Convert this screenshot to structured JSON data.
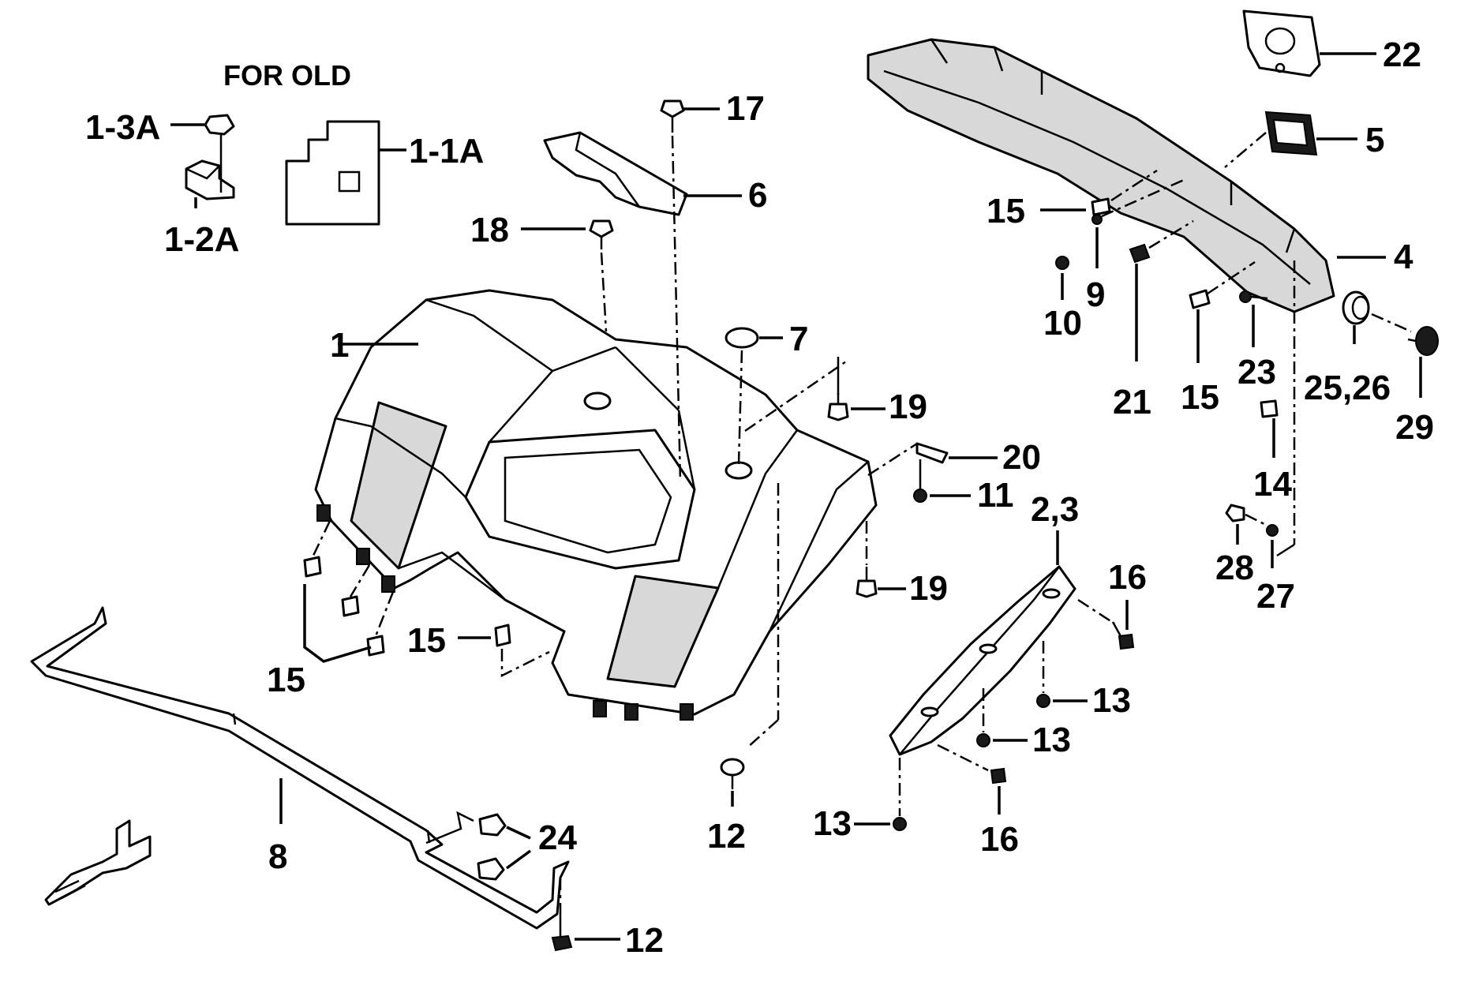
{
  "header": {
    "note": "FOR OLD"
  },
  "callouts": {
    "c_1_3A": "1-3A",
    "c_1_1A": "1-1A",
    "c_1_2A": "1-2A",
    "c_17": "17",
    "c_22": "22",
    "c_6": "6",
    "c_5": "5",
    "c_18": "18",
    "c_15_top": "15",
    "c_4": "4",
    "c_10": "10",
    "c_9": "9",
    "c_21": "21",
    "c_15_mid": "15",
    "c_23": "23",
    "c_25_26": "25,26",
    "c_29": "29",
    "c_1": "1",
    "c_7": "7",
    "c_19_top": "19",
    "c_20": "20",
    "c_11": "11",
    "c_14": "14",
    "c_2_3": "2,3",
    "c_28": "28",
    "c_27": "27",
    "c_19_mid": "19",
    "c_16_top": "16",
    "c_15_left": "15",
    "c_15_center": "15",
    "c_13_a": "13",
    "c_13_b": "13",
    "c_13_c": "13",
    "c_12_mid": "12",
    "c_16_bot": "16",
    "c_24": "24",
    "c_8": "8",
    "c_12_bot": "12"
  },
  "colors": {
    "line": "#000000",
    "background": "#ffffff",
    "panel": "#d8d8d8"
  },
  "icons": {
    "front_arrow": "front-direction-arrow-icon"
  }
}
